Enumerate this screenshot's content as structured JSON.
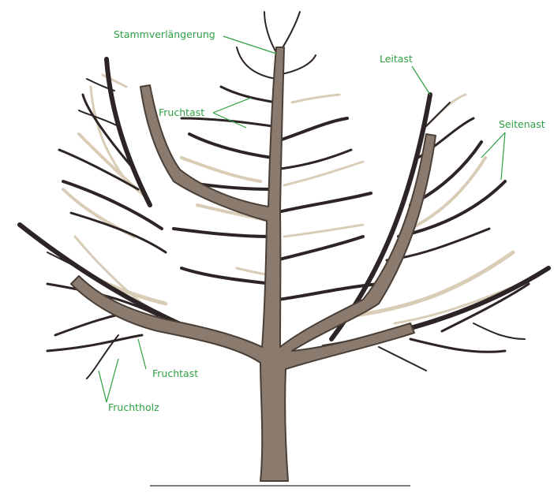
{
  "diagram": {
    "colors": {
      "trunk": "#8a7b6e",
      "trunk_outline": "#4a3f37",
      "dark_branch": "#2d2426",
      "light_branch": "#d9cdb8",
      "label_text": "#2ea043",
      "leader_line": "#2ea043",
      "ground": "#7a7a7a"
    },
    "labels": {
      "stammverlaengerung": "Stammverlängerung",
      "leitast": "Leitast",
      "fruchtast_top": "Fruchtast",
      "seitenast": "Seitenast",
      "fruchtast_bottom": "Fruchtast",
      "fruchtholz": "Fruchtholz"
    }
  }
}
